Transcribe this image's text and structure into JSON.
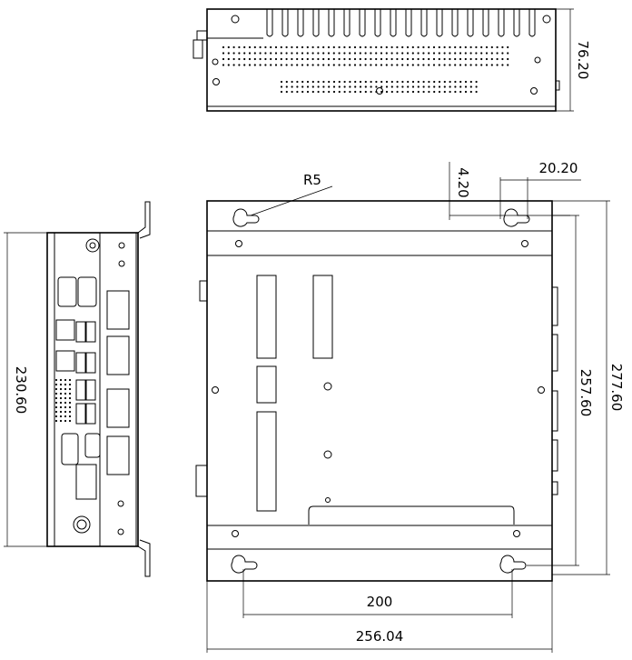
{
  "dimensions": {
    "top_view_height": "76.20",
    "side_view_height": "230.60",
    "radius": "R5",
    "slot_offset": "4.20",
    "slot_width": "20.20",
    "inner_height": "257.60",
    "total_height": "277.60",
    "hole_spacing": "200",
    "total_width": "256.04"
  }
}
